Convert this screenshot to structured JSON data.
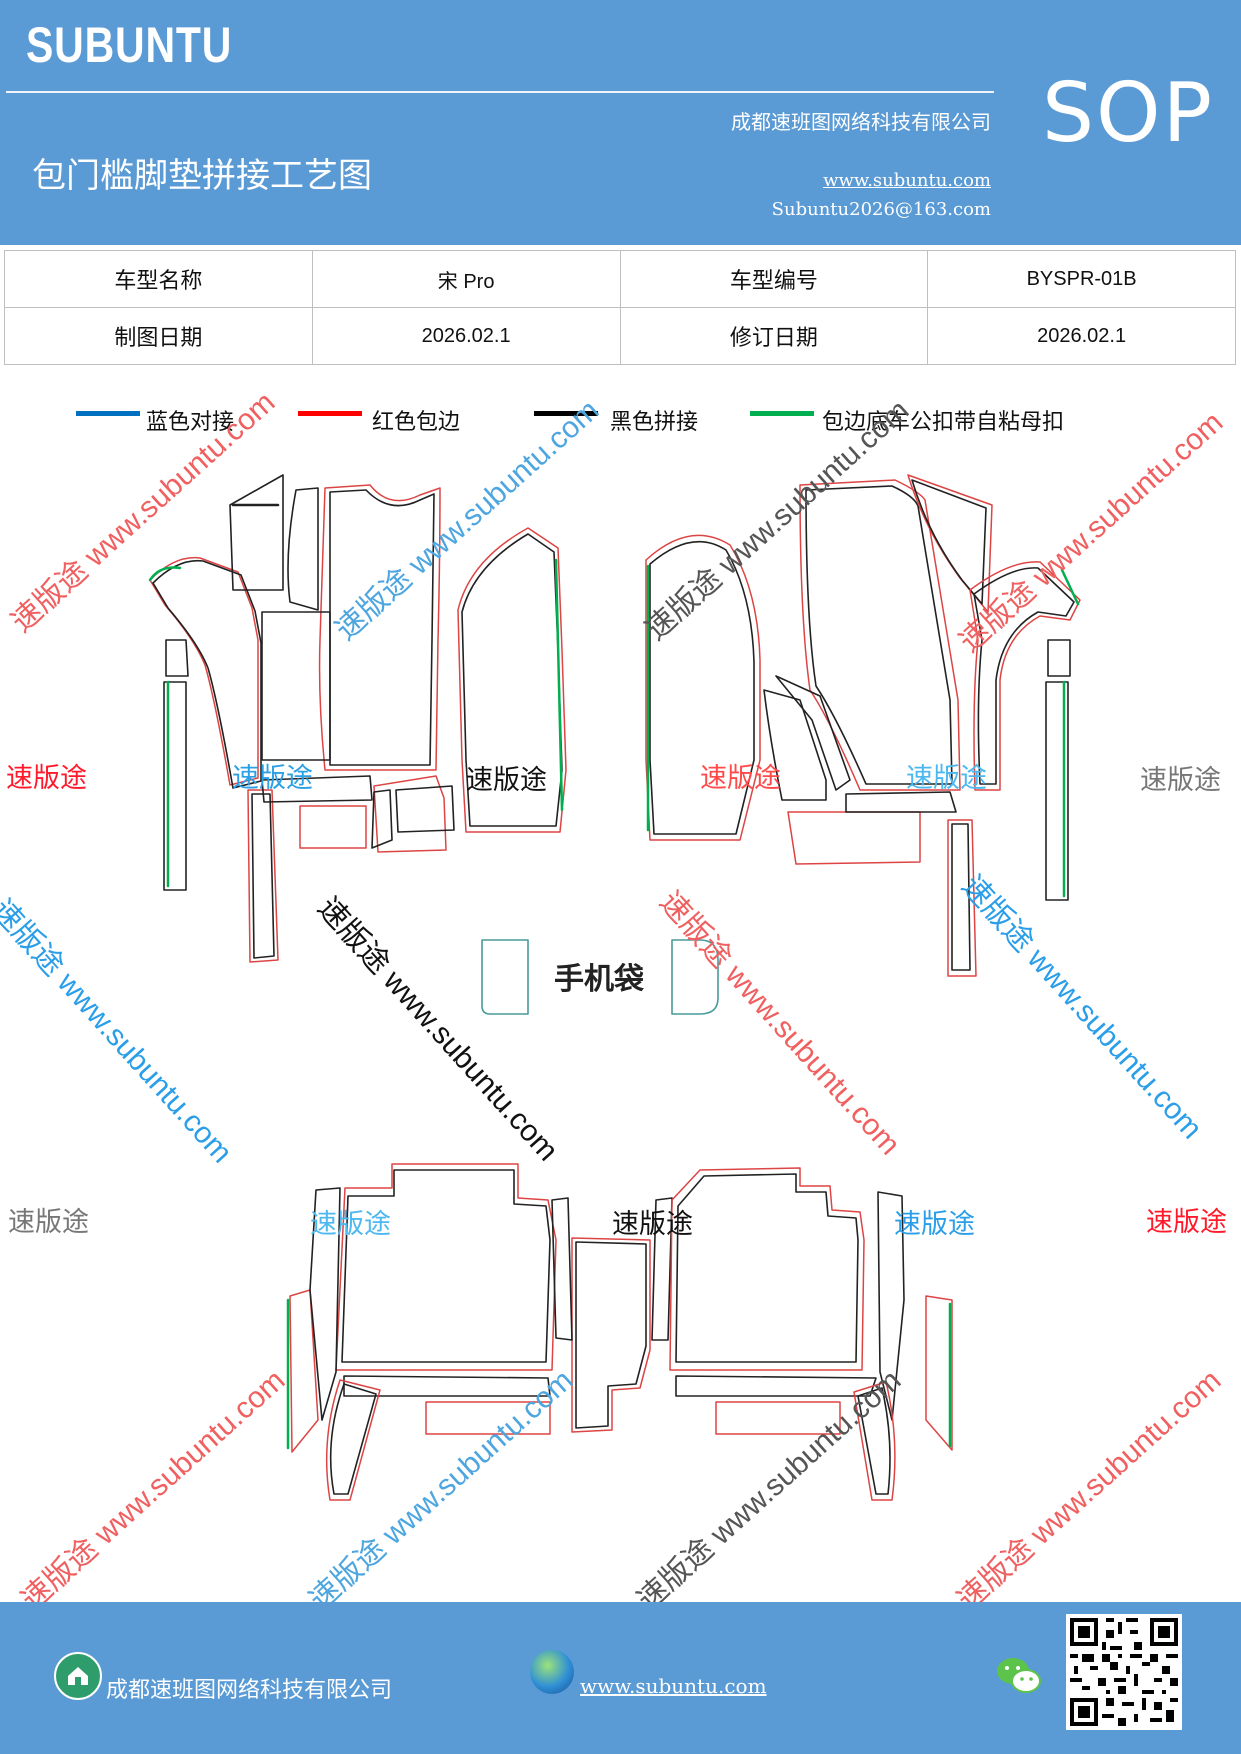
{
  "header": {
    "brand": "SUBUNTU",
    "badge": "SOP",
    "company": "成都速班图网络科技有限公司",
    "title": "包门槛脚垫拼接工艺图",
    "website": "www.subuntu.com",
    "email": "Subuntu2026@163.com"
  },
  "info_table": {
    "model_name_label": "车型名称",
    "model_name": "宋 Pro",
    "model_code_label": "车型编号",
    "model_code": "BYSPR-01B",
    "draw_date_label": "制图日期",
    "draw_date": "2026.02.1",
    "revise_date_label": "修订日期",
    "revise_date": "2026.02.1"
  },
  "legend": [
    {
      "label": "蓝色对接",
      "color": "#0070c0"
    },
    {
      "label": "红色包边",
      "color": "#ff0000"
    },
    {
      "label": "黑色拼接",
      "color": "#000000"
    },
    {
      "label": "包边底车公扣带自粘母扣",
      "color": "#00b050"
    }
  ],
  "diagram": {
    "phone_pocket_label": "手机袋",
    "watermark_text": "速版途",
    "watermark_url": "www.subuntu.com",
    "watermark_full": "速版途 www.subuntu.com"
  },
  "footer": {
    "company": "成都速班图网络科技有限公司",
    "website": "www.subuntu.com "
  }
}
